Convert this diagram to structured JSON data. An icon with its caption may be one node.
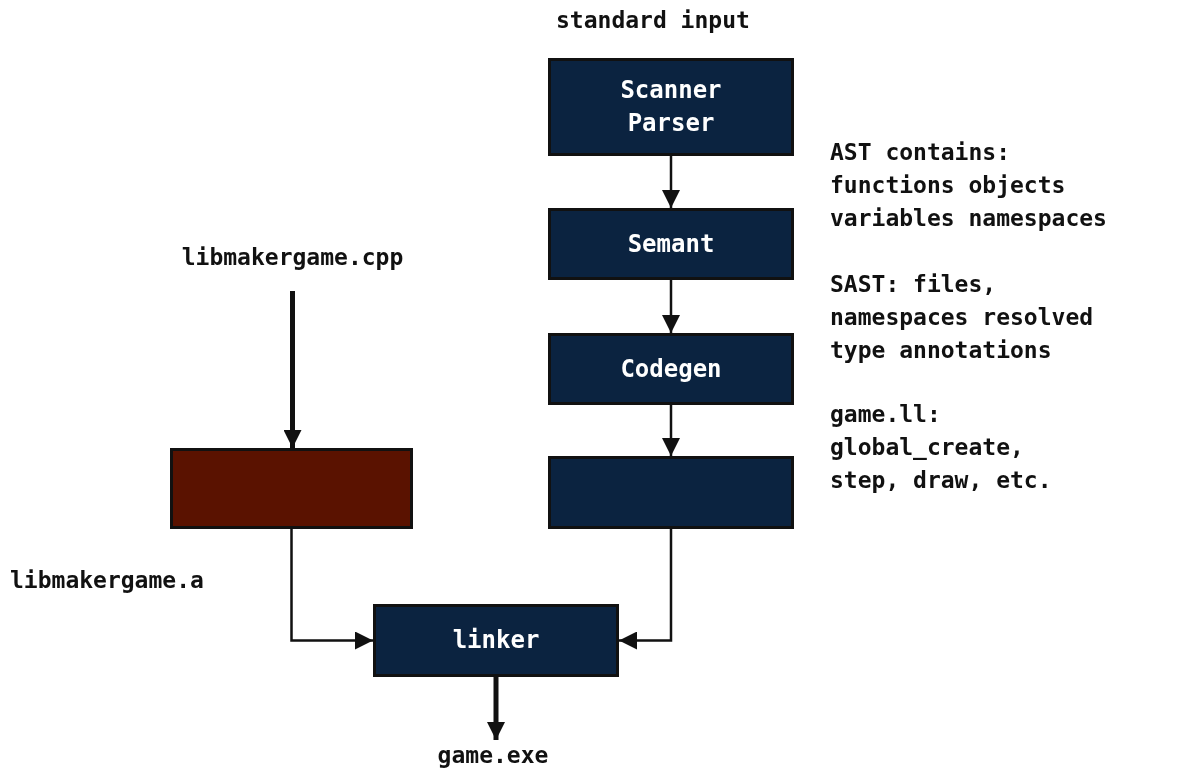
{
  "diagram": {
    "nodes": [
      {
        "text": [
          "Scanner Parser"
        ]
      },
      {
        "text": [
          "Semant"
        ]
      },
      {
        "text": [
          "Codegen"
        ]
      },
      {
        "text": [
          "libmakergame.cpp"
        ]
      },
      {
        "text": [],
        "shape": "box"
      },
      {
        "text": [],
        "shape": "box"
      },
      {
        "text": [
          "linker"
        ]
      },
      {
        "text": [
          "game.exe"
        ]
      }
    ],
    "edges": [
      {
        "from": 0,
        "to": 1,
        "arrow": "to"
      },
      {
        "from": 1,
        "to": 2,
        "arrow": "to"
      },
      {
        "from": 2,
        "to": 5,
        "arrow": "to"
      },
      {
        "from": 3,
        "to": 4,
        "arrow": "to",
        "style": "thick"
      },
      {
        "from": 4,
        "to": 6,
        "arrow": "to"
      },
      {
        "from": 5,
        "to": 6,
        "arrow": "to"
      },
      {
        "from": 6,
        "to": 7,
        "arrow": "to",
        "style": "thick"
      }
    ],
    "labels": [
      "standard input",
      "AST contains: functions objects variables namespaces",
      "SAST: files, namespaces resolved type annotations",
      "game.ll: global_create, step, draw, etc.",
      "libmakergame.a"
    ]
  }
}
